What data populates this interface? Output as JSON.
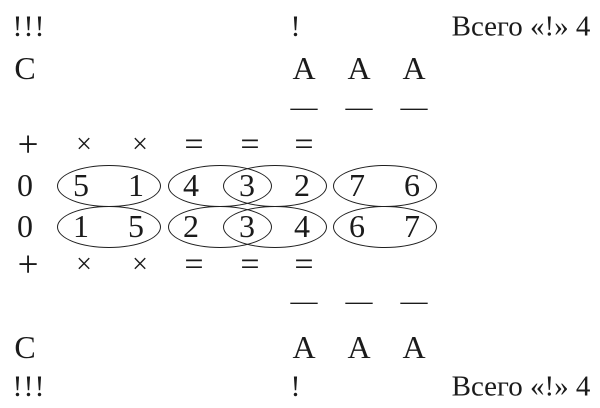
{
  "colors": {
    "ink": "#1b1b1b",
    "paper": "#ffffff"
  },
  "margin_rows": {
    "exclamations": "!!!",
    "single_exclamation": "!",
    "total_label": "Всего «!» 4",
    "letter_c": "С",
    "letters_a": [
      "А",
      "А",
      "А"
    ],
    "dashes": [
      "—",
      "—",
      "—"
    ]
  },
  "operator_row": [
    "+",
    "×",
    "×",
    "=",
    "=",
    "="
  ],
  "number_rows": [
    {
      "lead": "0",
      "digits": [
        "5",
        "1",
        "4",
        "3",
        "2",
        "7",
        "6"
      ]
    },
    {
      "lead": "0",
      "digits": [
        "1",
        "5",
        "2",
        "3",
        "4",
        "6",
        "7"
      ]
    }
  ],
  "circled_pairs": {
    "row1": [
      "5 1",
      "4 3",
      "3 2",
      "7 6"
    ],
    "row2": [
      "1 5",
      "2 3",
      "3 4",
      "6 7"
    ]
  }
}
